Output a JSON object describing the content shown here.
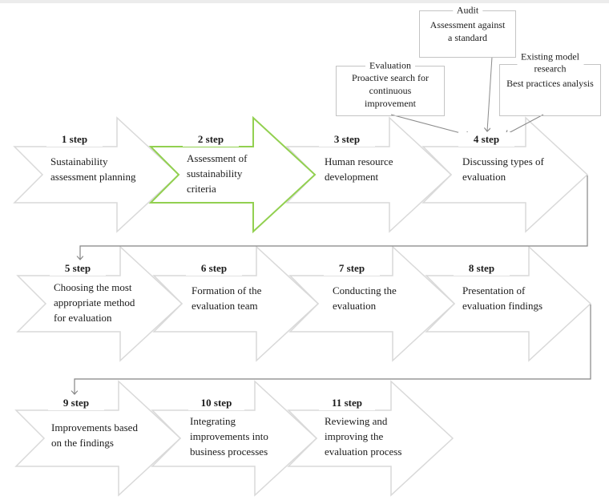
{
  "diagram": {
    "kind": "process-flow",
    "highlighted_step_index": 1,
    "colors": {
      "chevron_outline": "#d9d9d9",
      "highlight_green": "#92d050",
      "connector_gray": "#858585",
      "box_border": "#c4c4c4",
      "text": "#1c1c1c",
      "top_band": "#ececec"
    }
  },
  "steps": [
    {
      "title": "1 step",
      "lines": [
        "Sustainability",
        "assessment planning"
      ]
    },
    {
      "title": "2 step",
      "lines": [
        "Assessment of",
        "sustainability",
        "criteria"
      ]
    },
    {
      "title": "3 step",
      "lines": [
        "Human resource",
        "development"
      ]
    },
    {
      "title": "4 step",
      "lines": [
        "Discussing types of",
        "evaluation"
      ]
    },
    {
      "title": "5 step",
      "lines": [
        "Choosing the most",
        "appropriate method",
        "for evaluation"
      ]
    },
    {
      "title": "6 step",
      "lines": [
        "Formation of the",
        "evaluation team"
      ]
    },
    {
      "title": "7 step",
      "lines": [
        "Conducting the",
        "evaluation"
      ]
    },
    {
      "title": "8 step",
      "lines": [
        "Presentation of",
        "evaluation findings"
      ]
    },
    {
      "title": "9 step",
      "lines": [
        "Improvements based",
        "on the findings"
      ]
    },
    {
      "title": "10 step",
      "lines": [
        "Integrating",
        "improvements into",
        "business processes"
      ]
    },
    {
      "title": "11 step",
      "lines": [
        "Reviewing and",
        "improving the",
        "evaluation process"
      ]
    }
  ],
  "annotations": [
    {
      "title_lines": [
        "Audit"
      ],
      "content_lines": [
        "Assessment against",
        "a standard"
      ]
    },
    {
      "title_lines": [
        "Evaluation"
      ],
      "content_lines": [
        "Proactive search for",
        "continuous",
        "improvement"
      ]
    },
    {
      "title_lines": [
        "Existing model",
        "research"
      ],
      "content_lines": [
        "Best practices analysis"
      ]
    }
  ]
}
